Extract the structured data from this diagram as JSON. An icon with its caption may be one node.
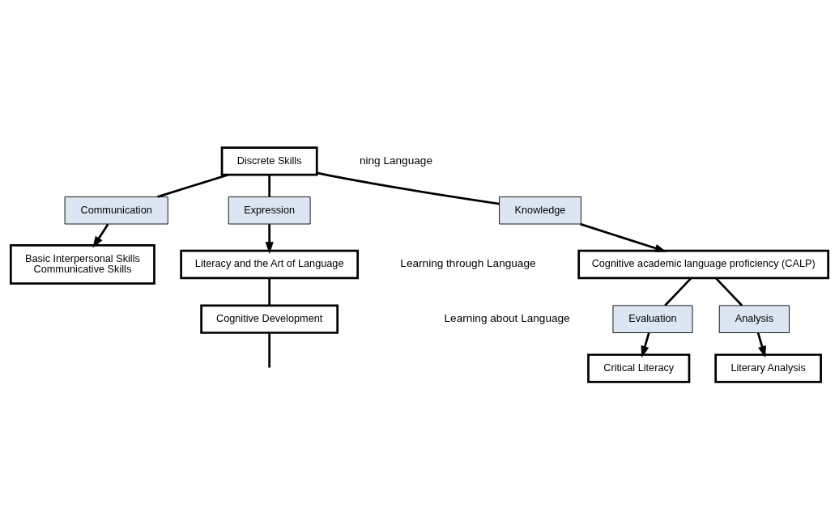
{
  "diagram": {
    "nodes": [
      {
        "text": [
          "Discrete Skills"
        ]
      },
      {
        "text": [
          "Communication"
        ]
      },
      {
        "text": [
          "Expression"
        ]
      },
      {
        "text": [
          "Basic Interpersonal Skills",
          "Communicative Skills"
        ]
      },
      {
        "text": [
          "Knowledge"
        ]
      },
      {
        "text": [
          "Literacy and the Art of Language"
        ]
      },
      {
        "text": [
          "Cognitive Development"
        ]
      },
      {
        "text": [
          "Cognitive academic language proficiency (CALP)"
        ]
      },
      {
        "text": [
          "Analysis"
        ]
      },
      {
        "text": [
          "Evaluation"
        ]
      },
      {
        "text": [
          "Literary Analysis"
        ]
      },
      {
        "text": [
          "Critical Literacy"
        ]
      }
    ],
    "edges": [
      {
        "from": 0,
        "to": 1,
        "arrow": "none"
      },
      {
        "from": 0,
        "to": 4,
        "arrow": "none"
      },
      {
        "from": 0,
        "to": 2,
        "arrow": "none"
      },
      {
        "from": 1,
        "to": 3,
        "arrow": "to"
      },
      {
        "from": 2,
        "to": 5,
        "arrow": "to"
      },
      {
        "from": 4,
        "to": 7,
        "arrow": "to"
      },
      {
        "from": 5,
        "to": 6,
        "arrow": "none"
      },
      {
        "from": 6,
        "to": null,
        "arrow": "none"
      },
      {
        "from": 7,
        "to": 8,
        "arrow": "none"
      },
      {
        "from": 7,
        "to": 9,
        "arrow": "none"
      },
      {
        "from": 8,
        "to": 10,
        "arrow": "to"
      },
      {
        "from": 9,
        "to": 11,
        "arrow": "to"
      }
    ],
    "labels": [
      "ning Language",
      "Learning through Language",
      "Learning about Language"
    ]
  }
}
